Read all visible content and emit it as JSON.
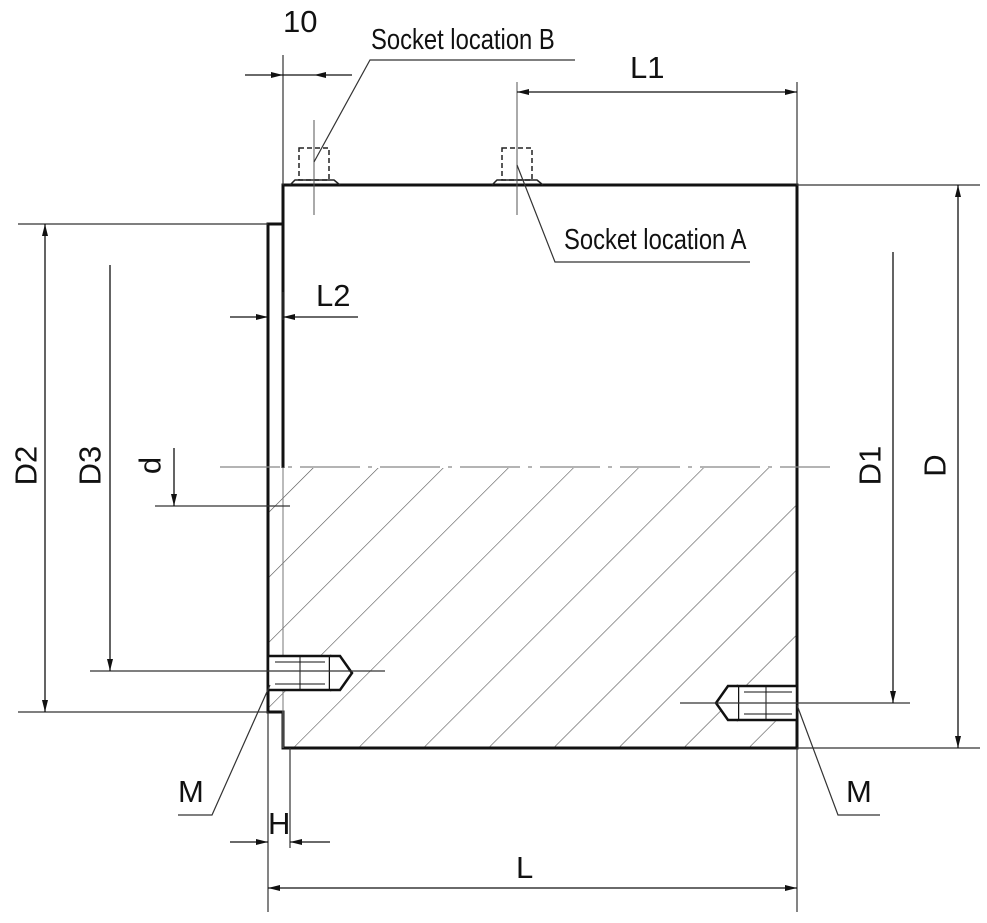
{
  "diagram": {
    "labels": {
      "ten": "10",
      "socket_b": "Socket location B",
      "socket_a": "Socket location A",
      "l1": "L1",
      "l2": "L2",
      "d2": "D2",
      "d3": "D3",
      "d_small": "d",
      "d1": "D1",
      "d_big": "D",
      "m_left": "M",
      "m_right": "M",
      "h": "H",
      "l": "L"
    },
    "colors": {
      "line": "#111111",
      "thin_line": "#333333",
      "hatch": "#555555",
      "background": "#ffffff"
    }
  }
}
